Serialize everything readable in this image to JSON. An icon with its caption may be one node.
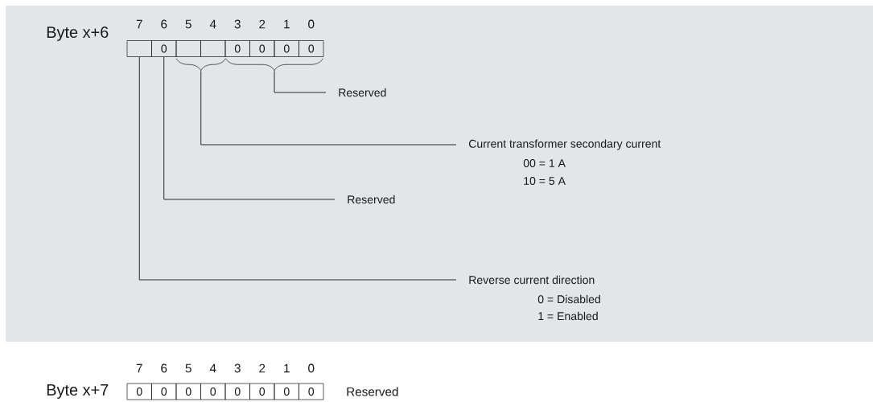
{
  "diagram": {
    "nodes": [
      {
        "text": [],
        "shape": "box"
      },
      {
        "text": [
          "0"
        ]
      },
      {
        "text": [],
        "shape": "box"
      },
      {
        "text": [],
        "shape": "box"
      },
      {
        "text": [
          "0"
        ]
      },
      {
        "text": [
          "0"
        ]
      },
      {
        "text": [
          "0"
        ]
      },
      {
        "text": [
          "0"
        ]
      },
      {
        "text": [],
        "shape": "brace"
      },
      {
        "text": [],
        "shape": "brace"
      },
      {
        "text": [
          "Reserved"
        ]
      },
      {
        "text": [
          "Current transformer secondary current"
        ],
        "beside": [
          "00 = 1 A",
          "10 = 5 A"
        ]
      },
      {
        "text": [
          "Reserved"
        ]
      },
      {
        "text": [
          "Reverse current direction"
        ],
        "beside": [
          "0 = Disabled",
          "1 = Enabled"
        ]
      },
      {
        "text": [
          "0"
        ]
      },
      {
        "text": [
          "0"
        ]
      },
      {
        "text": [
          "0"
        ]
      },
      {
        "text": [
          "0"
        ]
      },
      {
        "text": [
          "0"
        ]
      },
      {
        "text": [
          "0"
        ]
      },
      {
        "text": [
          "0"
        ]
      },
      {
        "text": [
          "0"
        ]
      }
    ],
    "edges": [
      {
        "from": 10,
        "to": 9,
        "arrow": "none"
      },
      {
        "from": 11,
        "to": 8,
        "arrow": "none"
      },
      {
        "from": 12,
        "to": 1,
        "arrow": "none"
      },
      {
        "from": 13,
        "to": 0,
        "arrow": "none"
      }
    ],
    "labels": [
      "Byte x+6",
      "7",
      "6",
      "5",
      "4",
      "3",
      "2",
      "1",
      "0",
      "Byte x+7",
      "7",
      "6",
      "5",
      "4",
      "3",
      "2",
      "1",
      "0",
      "Reserved"
    ]
  }
}
